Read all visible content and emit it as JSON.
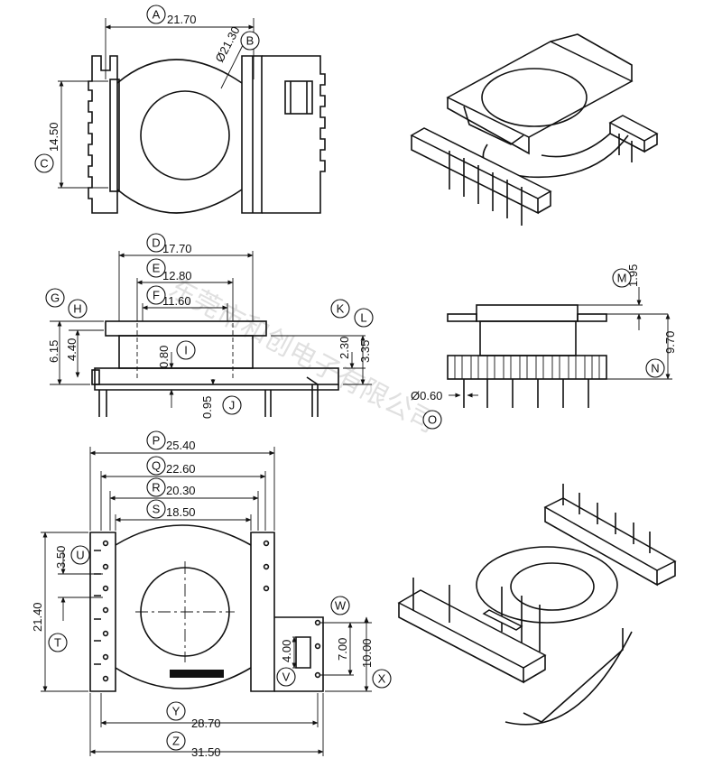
{
  "labels": {
    "A": "A",
    "B": "B",
    "C": "C",
    "D": "D",
    "E": "E",
    "F": "F",
    "G": "G",
    "H": "H",
    "I": "I",
    "J": "J",
    "K": "K",
    "L": "L",
    "M": "M",
    "N": "N",
    "O": "O",
    "P": "P",
    "Q": "Q",
    "R": "R",
    "S": "S",
    "T": "T",
    "U": "U",
    "V": "V",
    "W": "W",
    "X": "X",
    "Y": "Y",
    "Z": "Z"
  },
  "dimensions": {
    "A": "21.70",
    "B": "Ø21.30",
    "C": "14.50",
    "D": "17.70",
    "E": "12.80",
    "F": "11.60",
    "G": "6.15",
    "H": "4.40",
    "I": "0.80",
    "J": "0.95",
    "K": "2.30",
    "L": "3.35",
    "M": "1.95",
    "N": "9.70",
    "O": "Ø0.60",
    "P": "25.40",
    "Q": "22.60",
    "R": "20.30",
    "S": "18.50",
    "T": "21.40",
    "U": "3.50",
    "V": "4.00",
    "W": "7.00",
    "X": "10.00",
    "Y": "28.70",
    "Z": "31.50"
  },
  "watermark": "东莞市和创电子有限公司"
}
